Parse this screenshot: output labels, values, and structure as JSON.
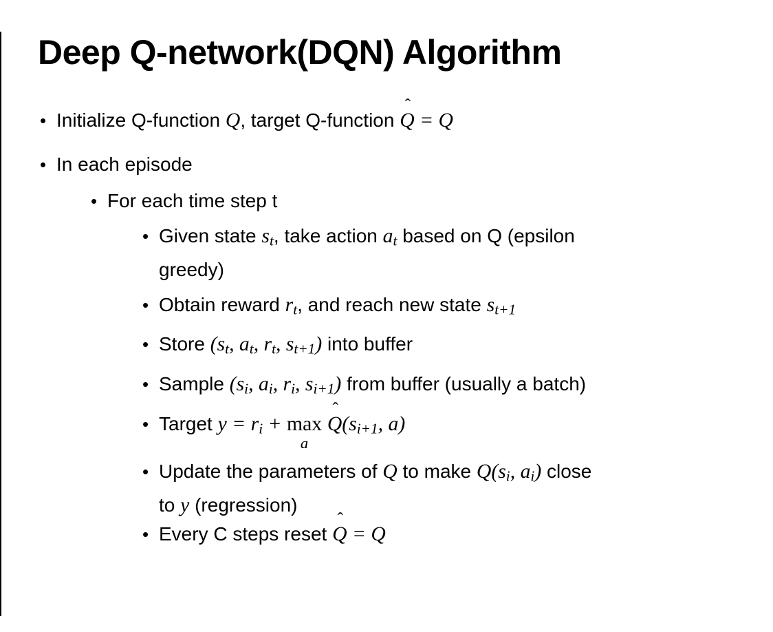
{
  "slide": {
    "background": "#ffffff",
    "text_color": "#000000",
    "bullet_glyph": "•",
    "title": "Deep Q-network(DQN) Algorithm",
    "bullets": [
      {
        "level": 1,
        "lines": [
          [
            {
              "t": "Initialize Q-function "
            },
            {
              "t": "Q",
              "c": "m"
            },
            {
              "t": ", target Q-function "
            },
            {
              "t": "Q",
              "c": "m",
              "hat": "ˆ"
            },
            {
              "t": " = ",
              "c": "m"
            },
            {
              "t": "Q",
              "c": "m"
            }
          ]
        ]
      },
      {
        "level": 1,
        "lines": [
          [
            {
              "t": "In each episode"
            }
          ]
        ]
      },
      {
        "level": 2,
        "lines": [
          [
            {
              "t": "For each time step t"
            }
          ]
        ]
      },
      {
        "level": 3,
        "lines": [
          [
            {
              "t": "Given state "
            },
            {
              "t": "s",
              "c": "m"
            },
            {
              "t": "t",
              "c": "m sub"
            },
            {
              "t": ", take action "
            },
            {
              "t": "a",
              "c": "m"
            },
            {
              "t": "t",
              "c": "m sub"
            },
            {
              "t": " based on Q (epsilon"
            }
          ],
          [
            {
              "t": "greedy)"
            }
          ]
        ]
      },
      {
        "level": 3,
        "lines": [
          [
            {
              "t": "Obtain reward "
            },
            {
              "t": "r",
              "c": "m"
            },
            {
              "t": "t",
              "c": "m sub"
            },
            {
              "t": ", and reach new state "
            },
            {
              "t": "s",
              "c": "m"
            },
            {
              "t": "t+1",
              "c": "m sub"
            }
          ]
        ]
      },
      {
        "level": 3,
        "lines": [
          [
            {
              "t": "Store "
            },
            {
              "t": "(",
              "c": "m"
            },
            {
              "t": "s",
              "c": "m"
            },
            {
              "t": "t",
              "c": "m sub"
            },
            {
              "t": ", ",
              "c": "m"
            },
            {
              "t": "a",
              "c": "m"
            },
            {
              "t": "t",
              "c": "m sub"
            },
            {
              "t": ", ",
              "c": "m"
            },
            {
              "t": "r",
              "c": "m"
            },
            {
              "t": "t",
              "c": "m sub"
            },
            {
              "t": ", ",
              "c": "m"
            },
            {
              "t": "s",
              "c": "m"
            },
            {
              "t": "t+1",
              "c": "m sub"
            },
            {
              "t": ")",
              "c": "m"
            },
            {
              "t": " into buffer"
            }
          ]
        ]
      },
      {
        "level": 3,
        "lines": [
          [
            {
              "t": "Sample "
            },
            {
              "t": "(",
              "c": "m"
            },
            {
              "t": "s",
              "c": "m"
            },
            {
              "t": "i",
              "c": "m sub"
            },
            {
              "t": ", ",
              "c": "m"
            },
            {
              "t": "a",
              "c": "m"
            },
            {
              "t": "i",
              "c": "m sub"
            },
            {
              "t": ", ",
              "c": "m"
            },
            {
              "t": "r",
              "c": "m"
            },
            {
              "t": "i",
              "c": "m sub"
            },
            {
              "t": ", ",
              "c": "m"
            },
            {
              "t": "s",
              "c": "m"
            },
            {
              "t": "i+1",
              "c": "m sub"
            },
            {
              "t": ")",
              "c": "m"
            },
            {
              "t": " from buffer (usually a batch)"
            }
          ]
        ]
      },
      {
        "level": 3,
        "lines": [
          [
            {
              "t": "Target "
            },
            {
              "t": "y",
              "c": "m"
            },
            {
              "t": " = ",
              "c": "m"
            },
            {
              "t": "r",
              "c": "m"
            },
            {
              "t": "i",
              "c": "m sub"
            },
            {
              "t": " + ",
              "c": "m"
            },
            {
              "t": "max",
              "c": "up",
              "under": "a"
            },
            {
              "t": " "
            },
            {
              "t": "Q",
              "c": "m",
              "hat": "ˆ"
            },
            {
              "t": "(",
              "c": "m"
            },
            {
              "t": "s",
              "c": "m"
            },
            {
              "t": "i+1",
              "c": "m sub"
            },
            {
              "t": ", ",
              "c": "m"
            },
            {
              "t": "a",
              "c": "m"
            },
            {
              "t": ")",
              "c": "m"
            }
          ]
        ]
      },
      {
        "level": 3,
        "lines": [
          [
            {
              "t": "Update the parameters of "
            },
            {
              "t": "Q",
              "c": "m"
            },
            {
              "t": " to make "
            },
            {
              "t": "Q",
              "c": "m"
            },
            {
              "t": "(",
              "c": "m"
            },
            {
              "t": "s",
              "c": "m"
            },
            {
              "t": "i",
              "c": "m sub"
            },
            {
              "t": ", ",
              "c": "m"
            },
            {
              "t": "a",
              "c": "m"
            },
            {
              "t": "i",
              "c": "m sub"
            },
            {
              "t": ")",
              "c": "m"
            },
            {
              "t": " close"
            }
          ],
          [
            {
              "t": "to "
            },
            {
              "t": "y",
              "c": "m"
            },
            {
              "t": " (regression)"
            }
          ]
        ]
      },
      {
        "level": 3,
        "lines": [
          [
            {
              "t": "Every C steps reset "
            },
            {
              "t": "Q",
              "c": "m",
              "hat": "ˆ"
            },
            {
              "t": " = ",
              "c": "m"
            },
            {
              "t": "Q",
              "c": "m"
            }
          ]
        ]
      }
    ]
  }
}
